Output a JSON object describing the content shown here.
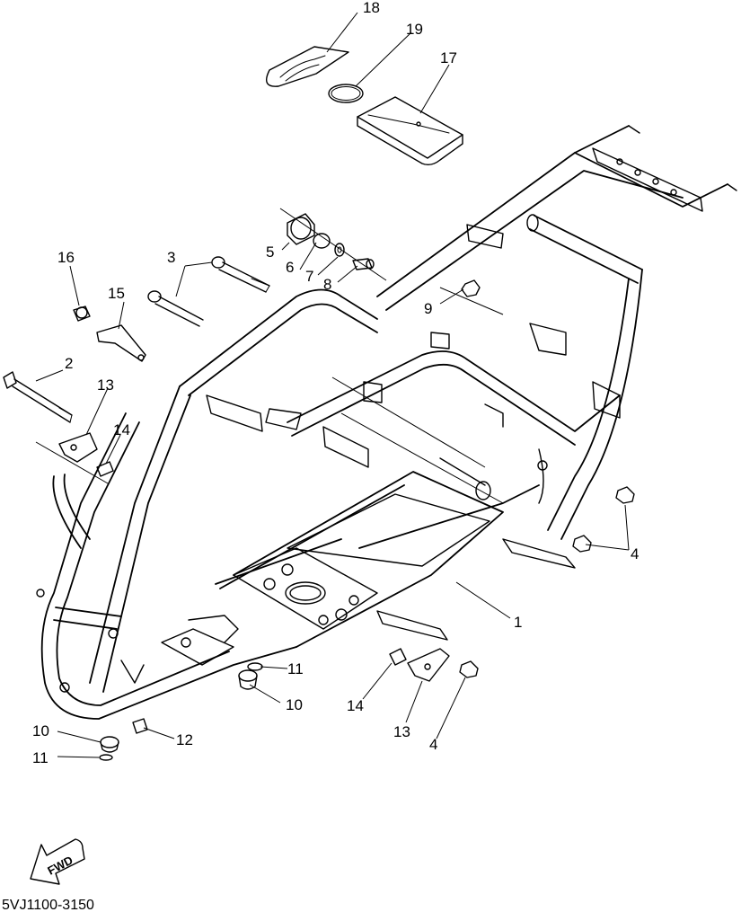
{
  "callouts": [
    {
      "id": "c18",
      "label": "18"
    },
    {
      "id": "c19",
      "label": "19"
    },
    {
      "id": "c17",
      "label": "17"
    },
    {
      "id": "c16",
      "label": "16"
    },
    {
      "id": "c3",
      "label": "3"
    },
    {
      "id": "c5",
      "label": "5"
    },
    {
      "id": "c6",
      "label": "6"
    },
    {
      "id": "c7",
      "label": "7"
    },
    {
      "id": "c8",
      "label": "8"
    },
    {
      "id": "c15",
      "label": "15"
    },
    {
      "id": "c9",
      "label": "9"
    },
    {
      "id": "c2",
      "label": "2"
    },
    {
      "id": "c13a",
      "label": "13"
    },
    {
      "id": "c14a",
      "label": "14"
    },
    {
      "id": "c4a",
      "label": "4"
    },
    {
      "id": "c1",
      "label": "1"
    },
    {
      "id": "c11a",
      "label": "11"
    },
    {
      "id": "c10a",
      "label": "10"
    },
    {
      "id": "c14b",
      "label": "14"
    },
    {
      "id": "c13b",
      "label": "13"
    },
    {
      "id": "c4b",
      "label": "4"
    },
    {
      "id": "c10b",
      "label": "10"
    },
    {
      "id": "c12",
      "label": "12"
    },
    {
      "id": "c11b",
      "label": "11"
    }
  ],
  "direction_arrow": {
    "label": "FWD"
  },
  "drawing_code": "5VJ1100-3150"
}
